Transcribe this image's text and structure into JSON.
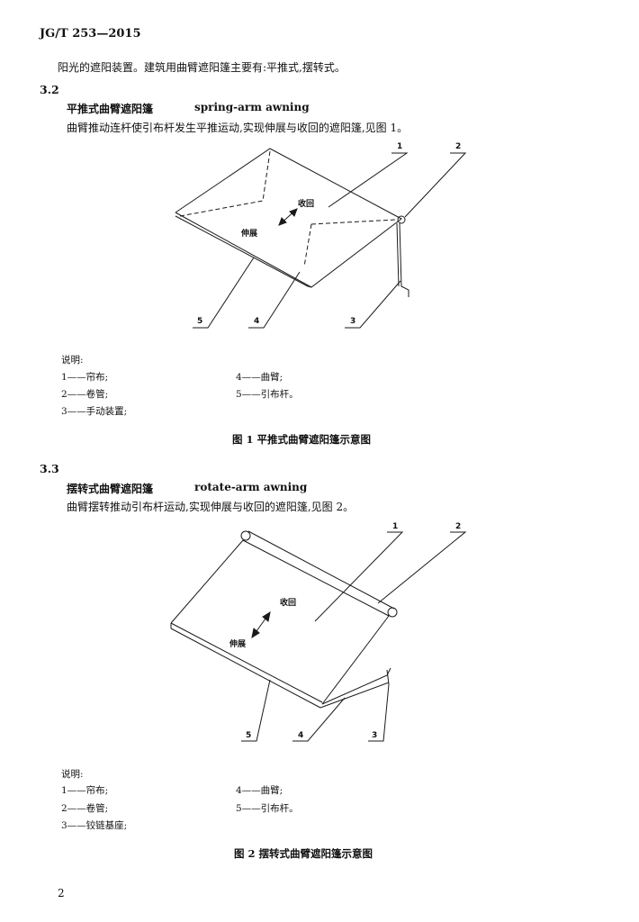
{
  "header": {
    "doc_id": "JG/T 253—2015"
  },
  "intro_line": "阳光的遮阳装置。建筑用曲臂遮阳篷主要有:平推式,摆转式。",
  "sections": [
    {
      "number": "3.2",
      "term_cn": "平推式曲臂遮阳篷",
      "term_en": "spring-arm awning",
      "definition": "曲臂推动连杆使引布杆发生平推运动,实现伸展与收回的遮阳篷,见图 1。",
      "figure": {
        "retract_label": "收回",
        "extend_label": "伸展",
        "callouts": [
          "1",
          "2",
          "3",
          "4",
          "5"
        ]
      },
      "legend_title": "说明:",
      "legend_items": [
        "1——帘布;",
        "2——卷管;",
        "3——手动装置;",
        "4——曲臂;",
        "5——引布杆。"
      ],
      "caption": "图 1   平推式曲臂遮阳篷示意图"
    },
    {
      "number": "3.3",
      "term_cn": "摆转式曲臂遮阳篷",
      "term_en": "rotate-arm awning",
      "definition": "曲臂摆转推动引布杆运动,实现伸展与收回的遮阳篷,见图 2。",
      "figure": {
        "retract_label": "收回",
        "extend_label": "伸展",
        "callouts": [
          "1",
          "2",
          "3",
          "4",
          "5"
        ]
      },
      "legend_title": "说明:",
      "legend_items": [
        "1——帘布;",
        "2——卷管;",
        "3——铰链基座;",
        "4——曲臂;",
        "5——引布杆。"
      ],
      "caption": "图 2   摆转式曲臂遮阳篷示意图"
    }
  ],
  "page_number": "2"
}
